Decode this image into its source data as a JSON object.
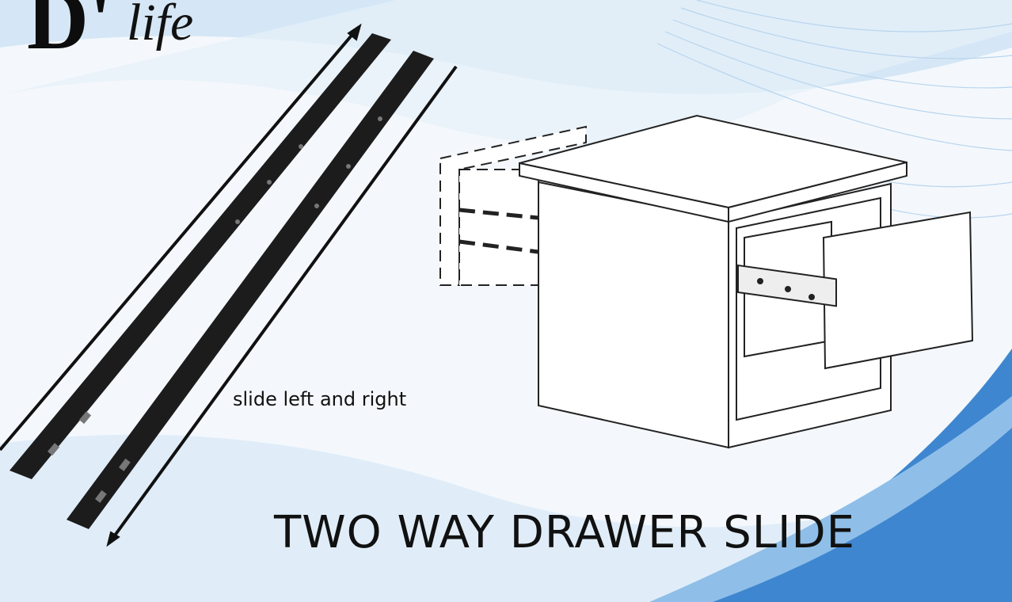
{
  "logo": {
    "letter": "D'",
    "word": "life"
  },
  "caption": "slide left and right",
  "title": "TWO WAY DRAWER SLIDE",
  "colors": {
    "background": "#f4f8fc",
    "wave": "#bcd9f0",
    "accent_blue": "#3f86d0",
    "rail": "#1c1c1c"
  }
}
